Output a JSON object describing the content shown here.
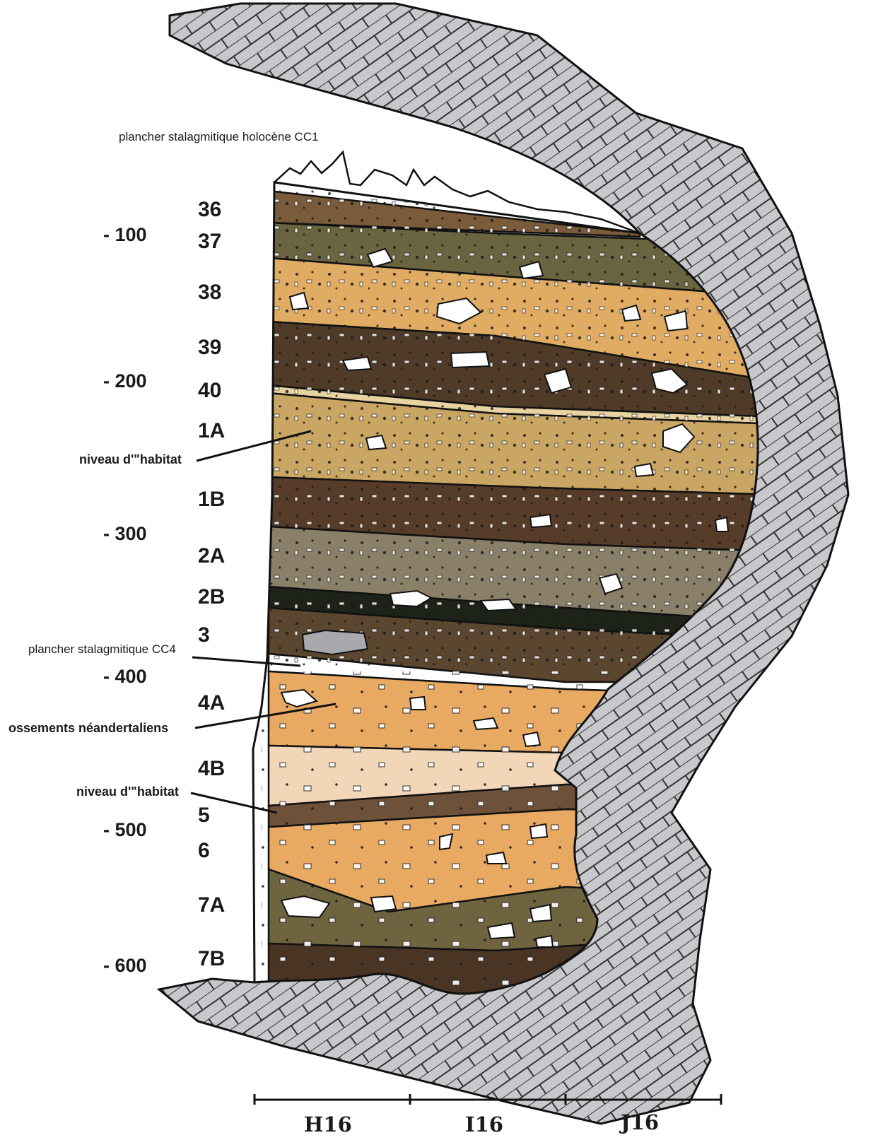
{
  "figure": {
    "top_note": "plancher stalagmitique holocène CC1",
    "depths": [
      "- 100",
      "- 200",
      "- 300",
      "- 400",
      "- 500",
      "- 600"
    ],
    "layers": [
      {
        "id": "36",
        "color": "#7a5c3a"
      },
      {
        "id": "37",
        "color": "#6b6440"
      },
      {
        "id": "38",
        "color": "#e0ac64"
      },
      {
        "id": "39",
        "color": "#4f3b27"
      },
      {
        "id": "40",
        "color": "#e8d2a0"
      },
      {
        "id": "1A",
        "color": "#c9a664"
      },
      {
        "id": "1B",
        "color": "#573d29"
      },
      {
        "id": "2A",
        "color": "#8a7f68"
      },
      {
        "id": "2B",
        "color": "#1d2318"
      },
      {
        "id": "3",
        "color": "#5b4630"
      },
      {
        "id": "4A",
        "color": "#e8aa62"
      },
      {
        "id": "4B",
        "color": "#f2d6b8"
      },
      {
        "id": "5",
        "color": "#6e5139"
      },
      {
        "id": "6",
        "color": "#e8aa62"
      },
      {
        "id": "7A",
        "color": "#6f6440"
      },
      {
        "id": "7B",
        "color": "#4a3524"
      }
    ],
    "annotations": {
      "habitat_1a": "niveau d'\"habitat",
      "cc4": "plancher stalagmitique CC4",
      "neandertal": "ossements néandertaliens",
      "habitat_5": "niveau d'\"habitat"
    },
    "grid_squares": [
      "H16",
      "I16",
      "J16"
    ],
    "rock_color": "#c8c8cc",
    "flowstone_color": "#ffffff"
  }
}
